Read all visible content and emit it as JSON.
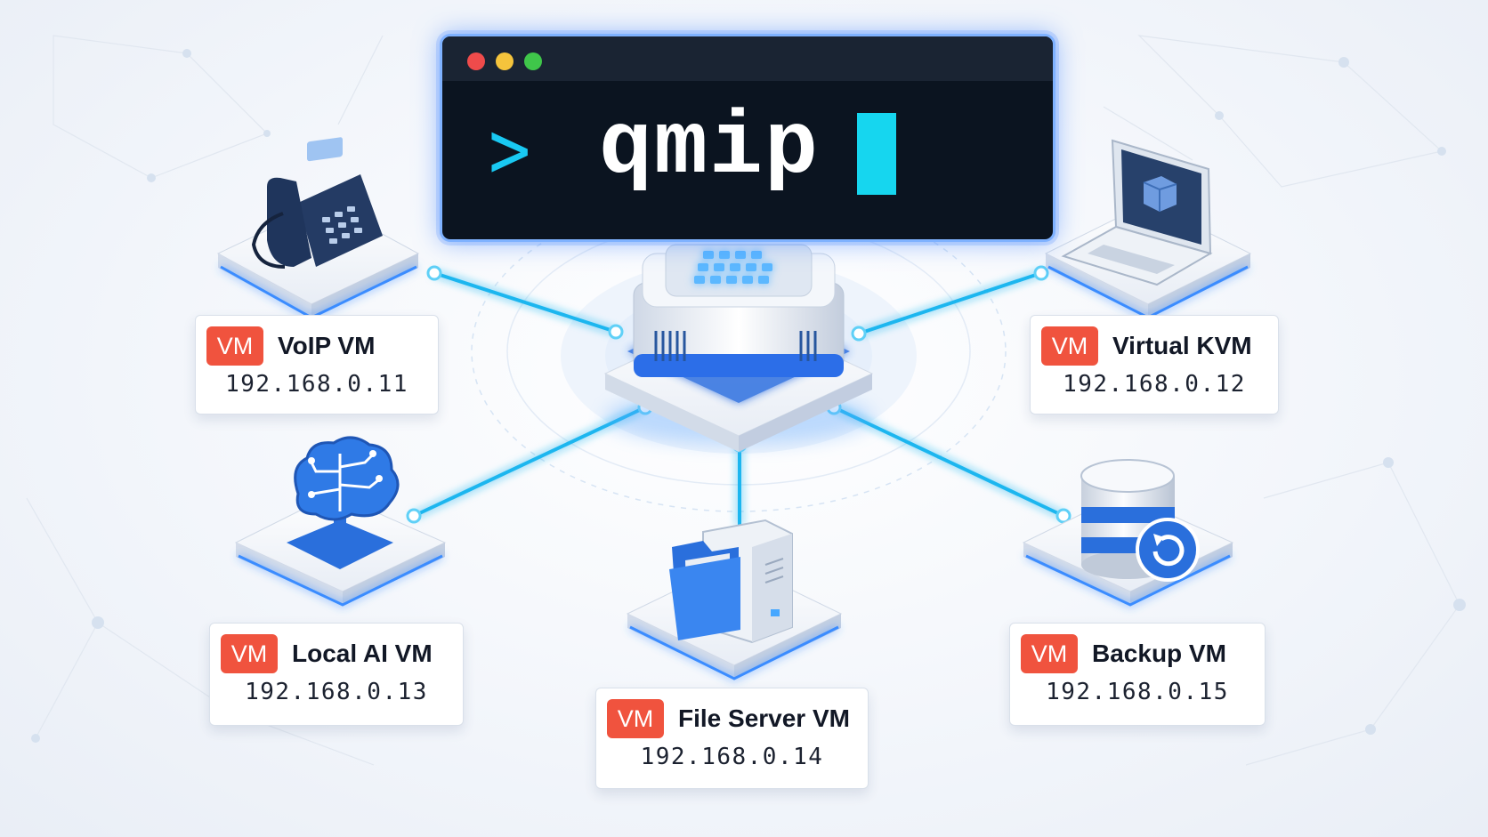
{
  "terminal": {
    "prompt": ">",
    "command": "qmip"
  },
  "vms": [
    {
      "badge": "VM",
      "name": "VoIP VM",
      "ip": "192.168.0.11",
      "icon": "desk-phone-icon"
    },
    {
      "badge": "VM",
      "name": "Virtual KVM",
      "ip": "192.168.0.12",
      "icon": "laptop-icon"
    },
    {
      "badge": "VM",
      "name": "Local AI VM",
      "ip": "192.168.0.13",
      "icon": "ai-brain-icon"
    },
    {
      "badge": "VM",
      "name": "File Server VM",
      "ip": "192.168.0.14",
      "icon": "file-server-icon"
    },
    {
      "badge": "VM",
      "name": "Backup VM",
      "ip": "192.168.0.15",
      "icon": "database-backup-icon"
    }
  ],
  "colors": {
    "accent": "#1fb6ef",
    "badge": "#f0533e",
    "terminal_bg": "#0b1420",
    "cursor": "#16d6ef",
    "icon_blue": "#2a6fdc"
  }
}
